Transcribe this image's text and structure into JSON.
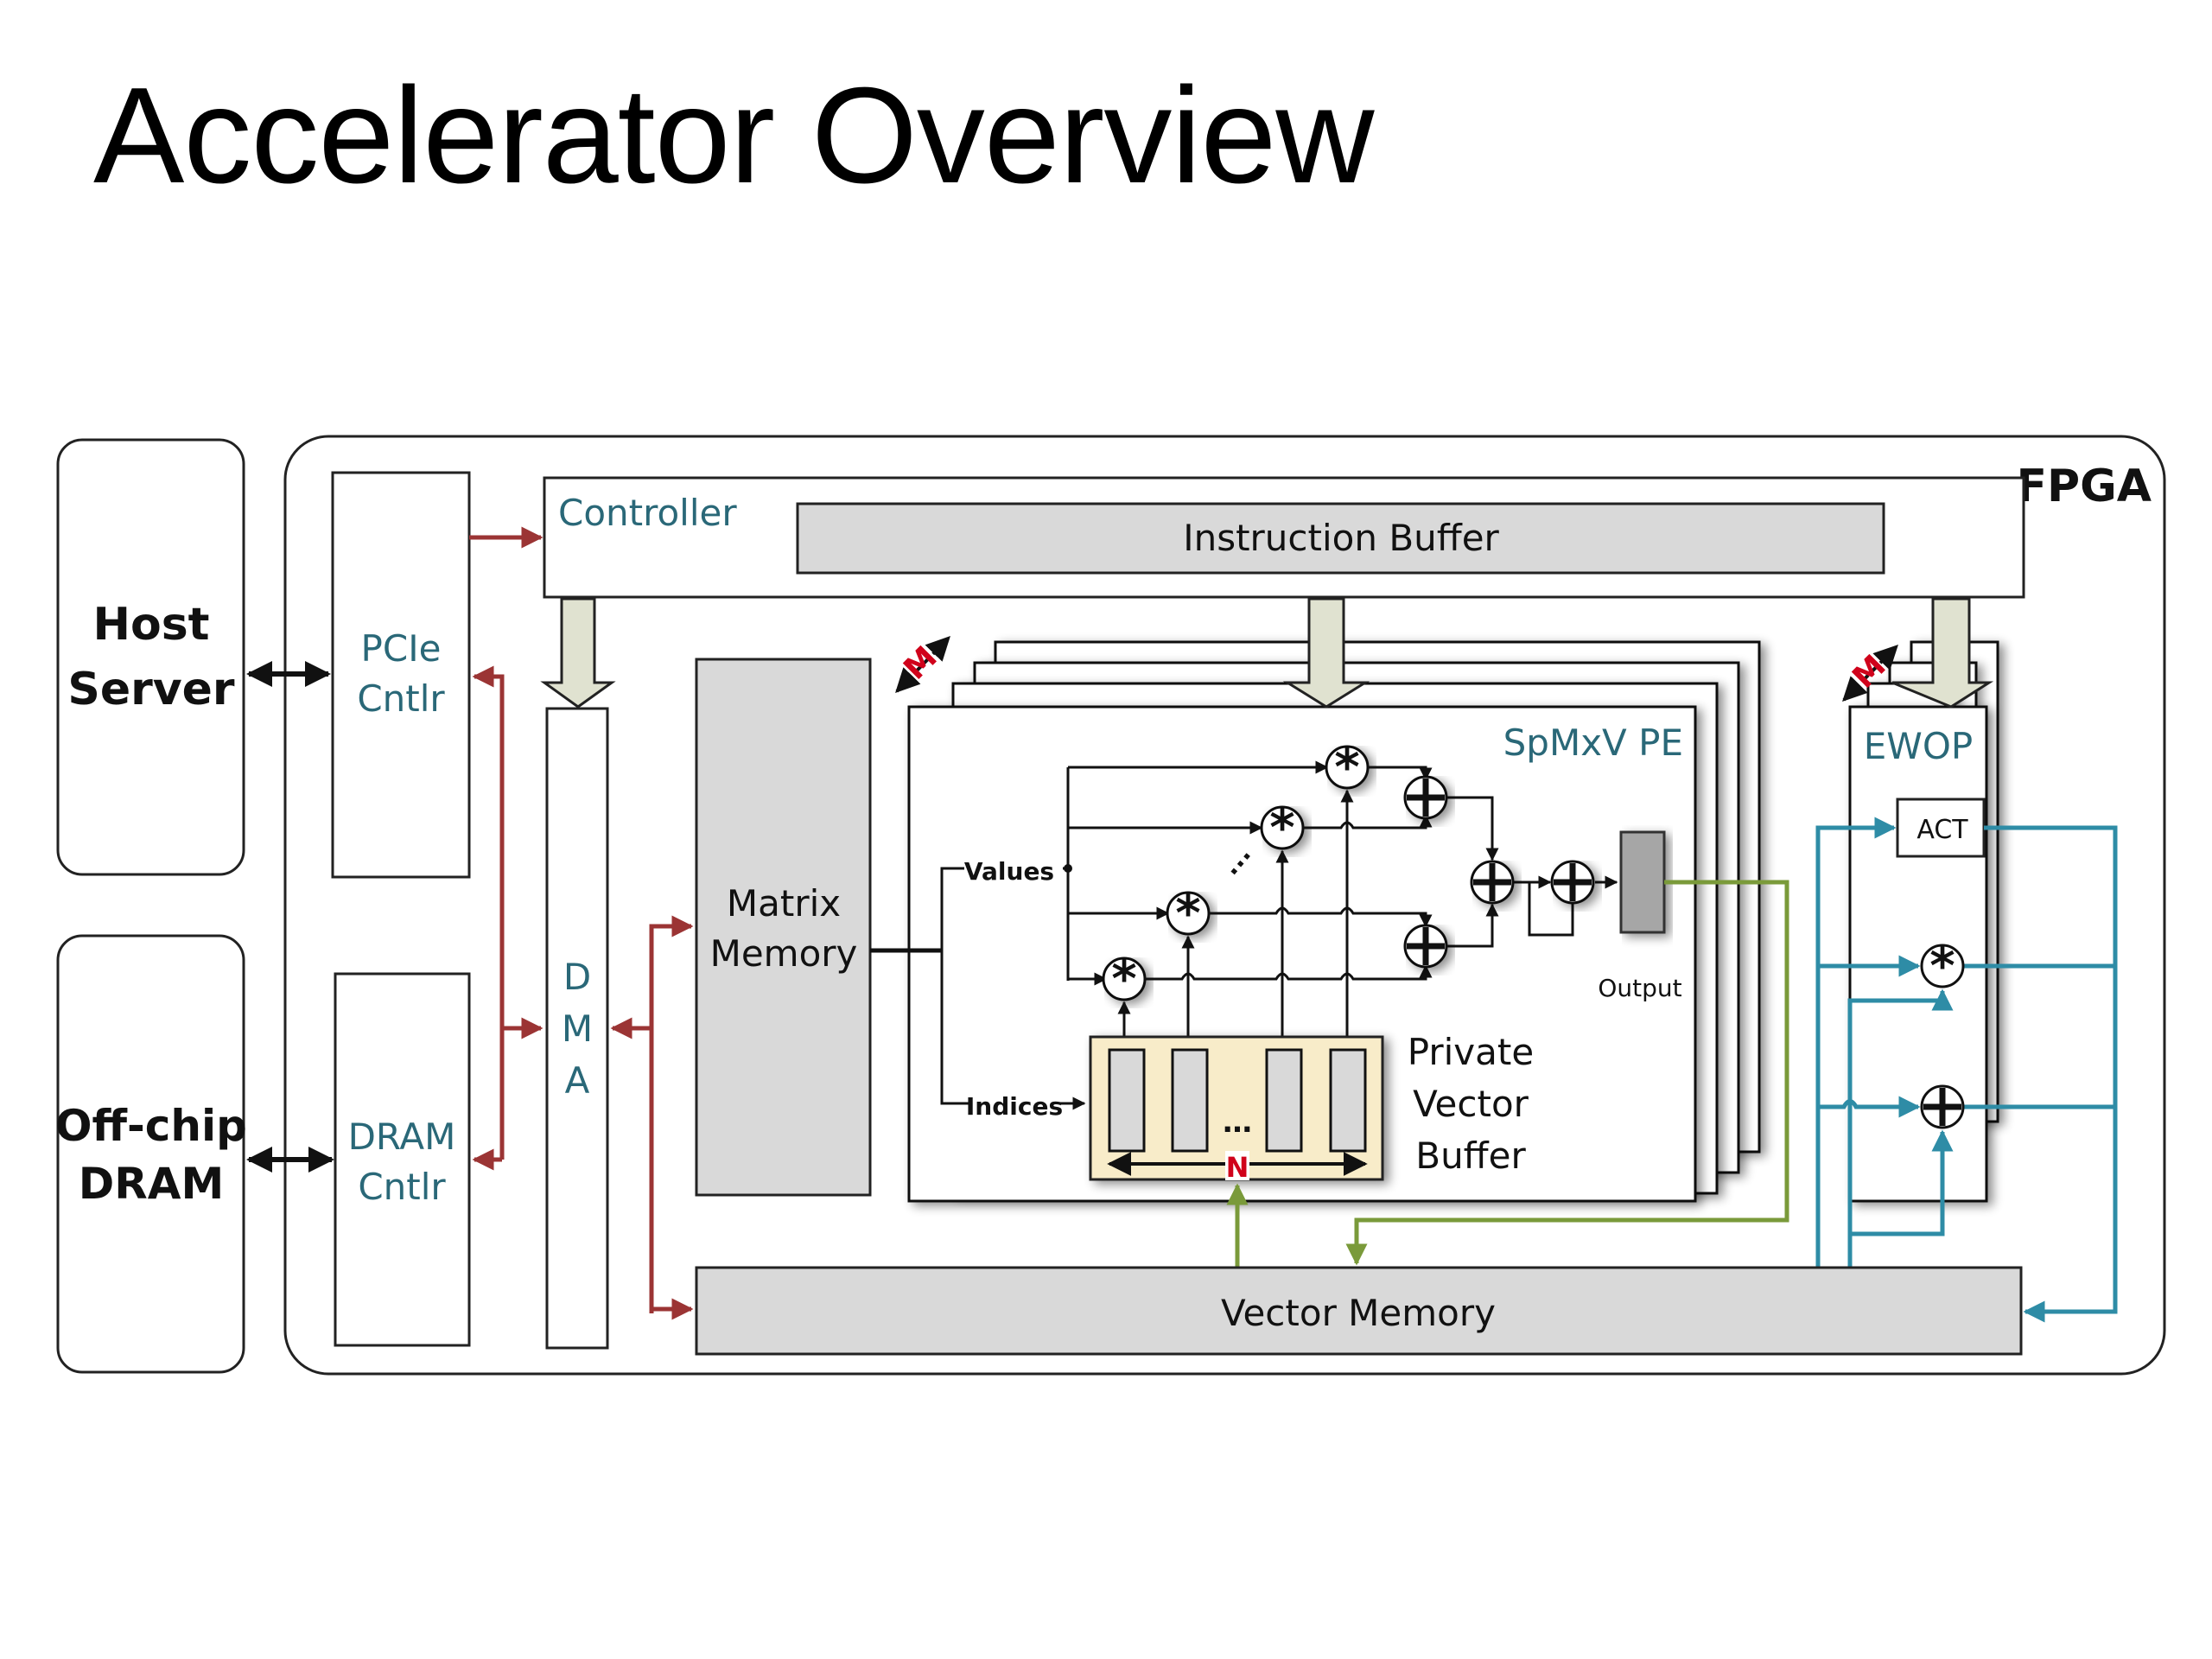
{
  "title": "Accelerator Overview",
  "colors": {
    "teal_text": "#2a6878",
    "dma_bus": "#9b3434",
    "vector_path": "#7a9a3a",
    "ewop_path": "#2e8ca6",
    "memory_fill": "#d9d9d9",
    "output_fill": "#a6a6a6",
    "buffer_fill": "#f8ecc9",
    "cmd_arrow_fill": "#e0e2d0",
    "label_red": "#d0021b"
  },
  "external": {
    "host": {
      "line1": "Host",
      "line2": "Server"
    },
    "dram": {
      "line1": "Off-chip",
      "line2": "DRAM"
    }
  },
  "fpga": {
    "label": "FPGA",
    "pcie": {
      "line1": "PCIe",
      "line2": "Cntlr"
    },
    "dram_cntlr": {
      "line1": "DRAM",
      "line2": "Cntlr"
    },
    "controller": {
      "label": "Controller",
      "instruction_buffer": "Instruction Buffer"
    },
    "dma": {
      "letters": [
        "D",
        "M",
        "A"
      ]
    },
    "matrix_memory": {
      "line1": "Matrix",
      "line2": "Memory"
    },
    "spmxv": {
      "label": "SpMxV PE",
      "replication_label": "M",
      "values_label": "Values",
      "indices_label": "Indices",
      "output_label": "Output",
      "ellipsis": "⋅⋅⋅",
      "buffer": {
        "line1": "Private",
        "line2": "Vector",
        "line3": "Buffer",
        "width_label": "N",
        "ellipsis": "…"
      },
      "multipliers": 4,
      "adders": 4
    },
    "ewop": {
      "label": "EWOP",
      "replication_label": "M",
      "act_label": "ACT",
      "ops": [
        "multiply",
        "add"
      ]
    },
    "vector_memory": {
      "label": "Vector Memory"
    }
  }
}
